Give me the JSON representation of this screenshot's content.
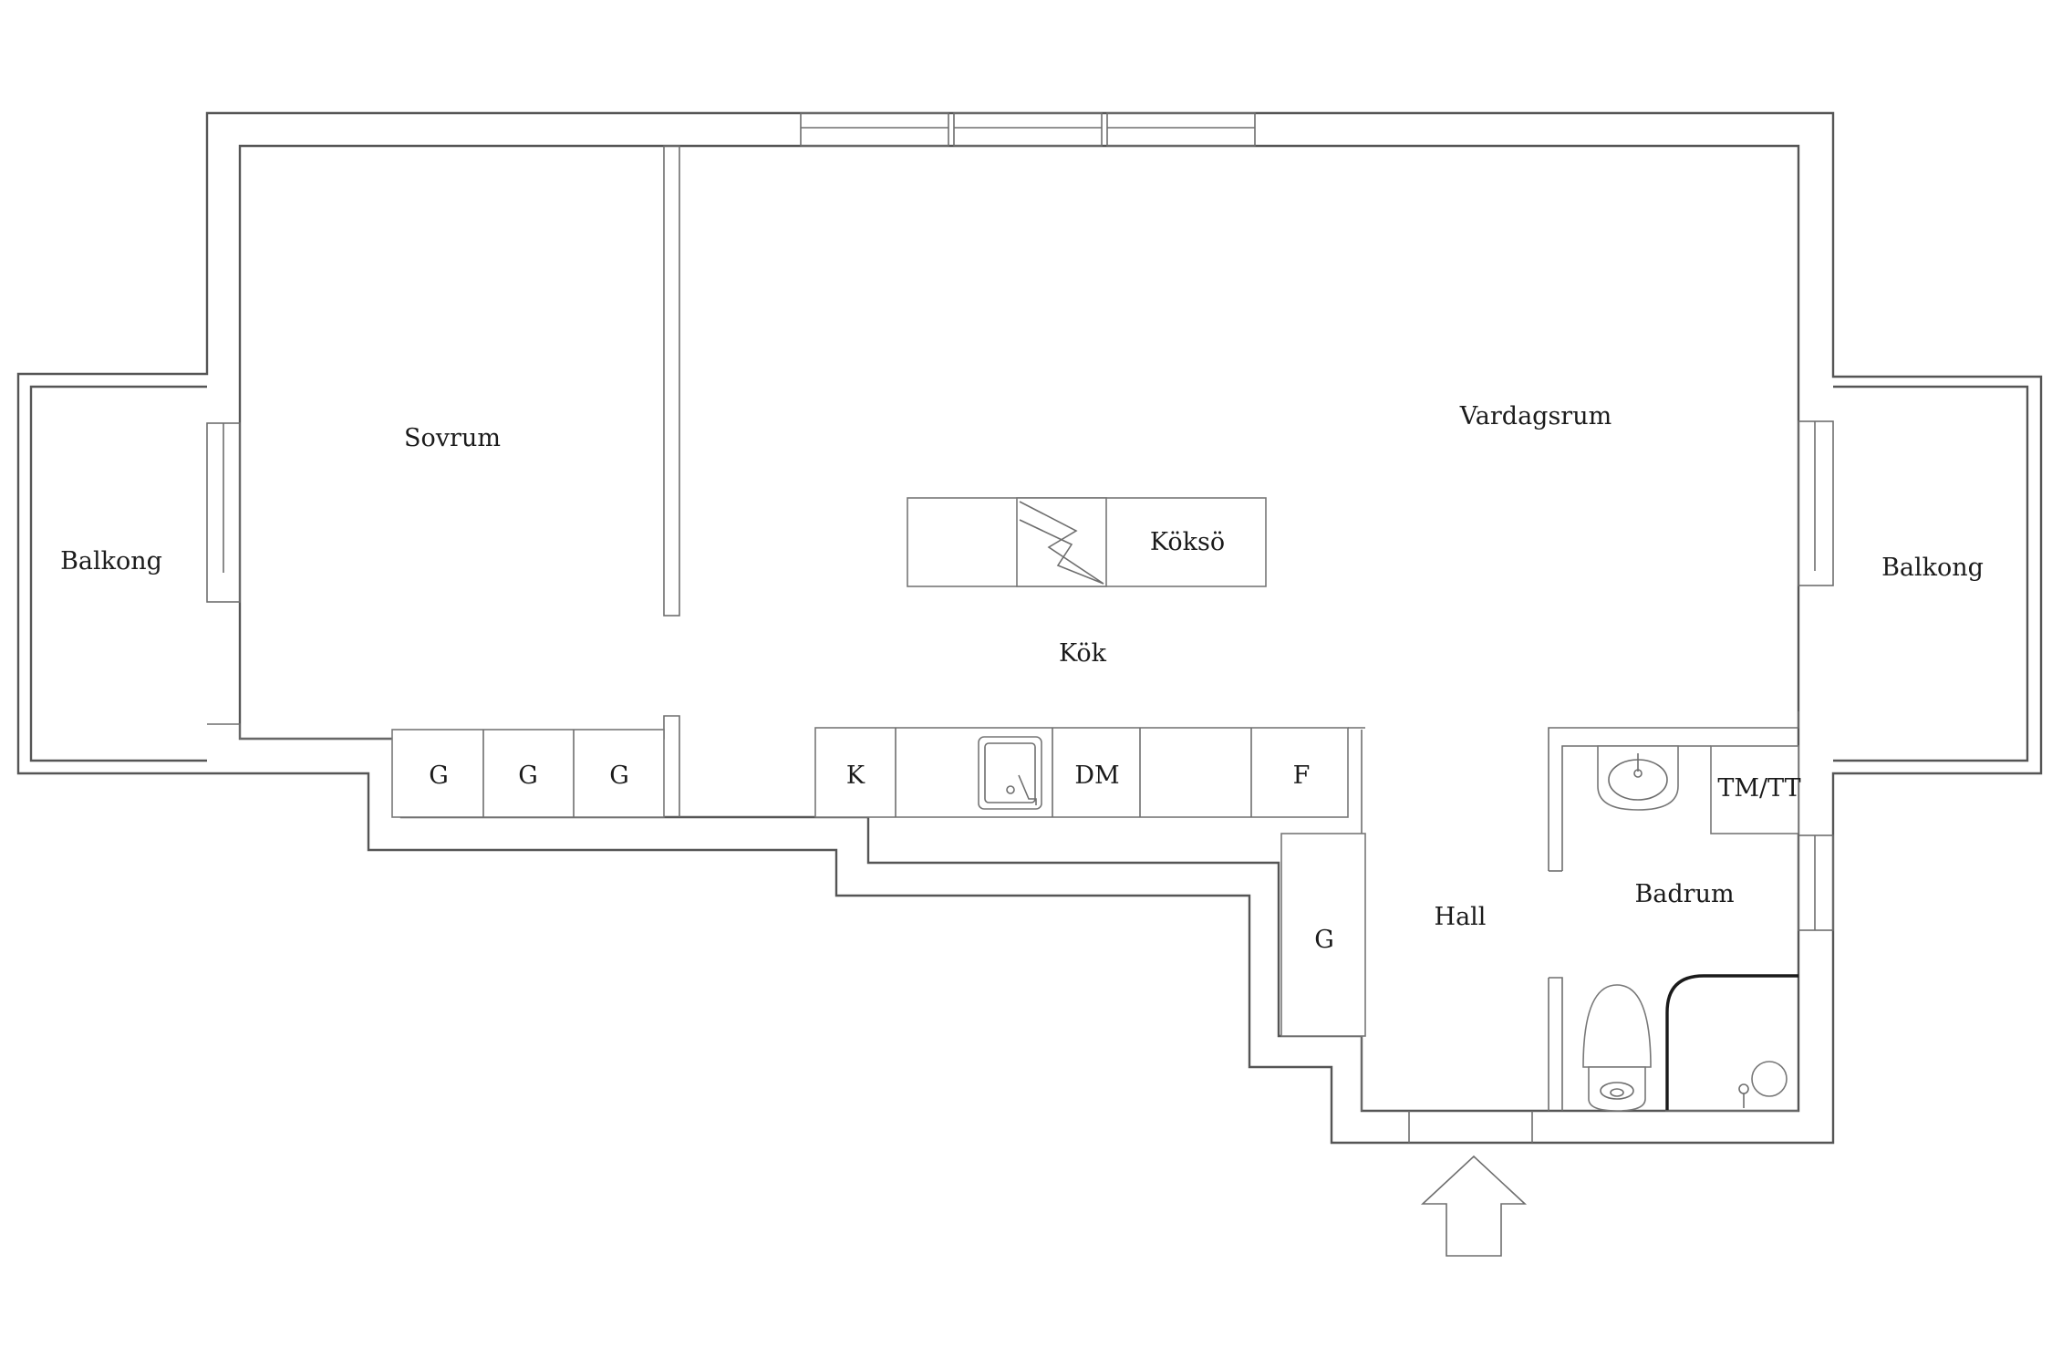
{
  "rooms": {
    "sovrum": "Sovrum",
    "vardagsrum": "Vardagsrum",
    "kok": "Kök",
    "koksö": "Köksö",
    "hall": "Hall",
    "badrum": "Badrum",
    "balkong_left": "Balkong",
    "balkong_right": "Balkong"
  },
  "fixtures": {
    "wardrobe_1": "G",
    "wardrobe_2": "G",
    "wardrobe_3": "G",
    "wardrobe_hall": "G",
    "fridge": "K",
    "dishwasher": "DM",
    "freezer": "F",
    "washer_dryer": "TM/TT"
  },
  "icons": {
    "entrance": "entrance-arrow-icon",
    "stove": "stove-icon",
    "sink": "kitchen-sink-icon",
    "washbasin": "washbasin-icon",
    "toilet": "toilet-icon",
    "shower": "shower-icon"
  },
  "colors": {
    "walls": "#555555",
    "text": "#1b1b1b",
    "background": "#ffffff"
  }
}
